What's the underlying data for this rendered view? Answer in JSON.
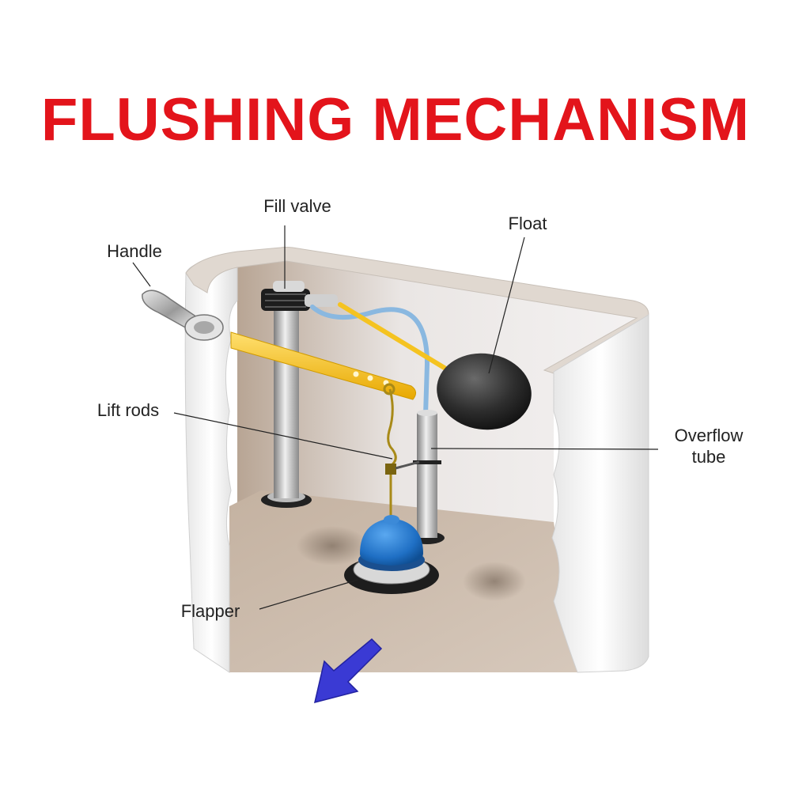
{
  "title": "FLUSHING MECHANISM",
  "colors": {
    "title": "#e3141b",
    "tank_wall": "#f2f2f2",
    "tank_inner": "#c9b9aa",
    "tank_floor": "#cdbcad",
    "trip_lever": "#f5c320",
    "float_ball": "#2e2e2e",
    "flapper": "#1f6fc4",
    "refill_tube": "#8ab8e0",
    "flow_arrow": "#3a3ad4"
  },
  "labels": {
    "fill_valve": "Fill valve",
    "float": "Float",
    "handle": "Handle",
    "lift_rods": "Lift rods",
    "overflow_line1": "Overflow",
    "overflow_line2": "tube",
    "flapper": "Flapper"
  },
  "icons": {
    "flow_arrow": "arrow-down-left-icon"
  }
}
